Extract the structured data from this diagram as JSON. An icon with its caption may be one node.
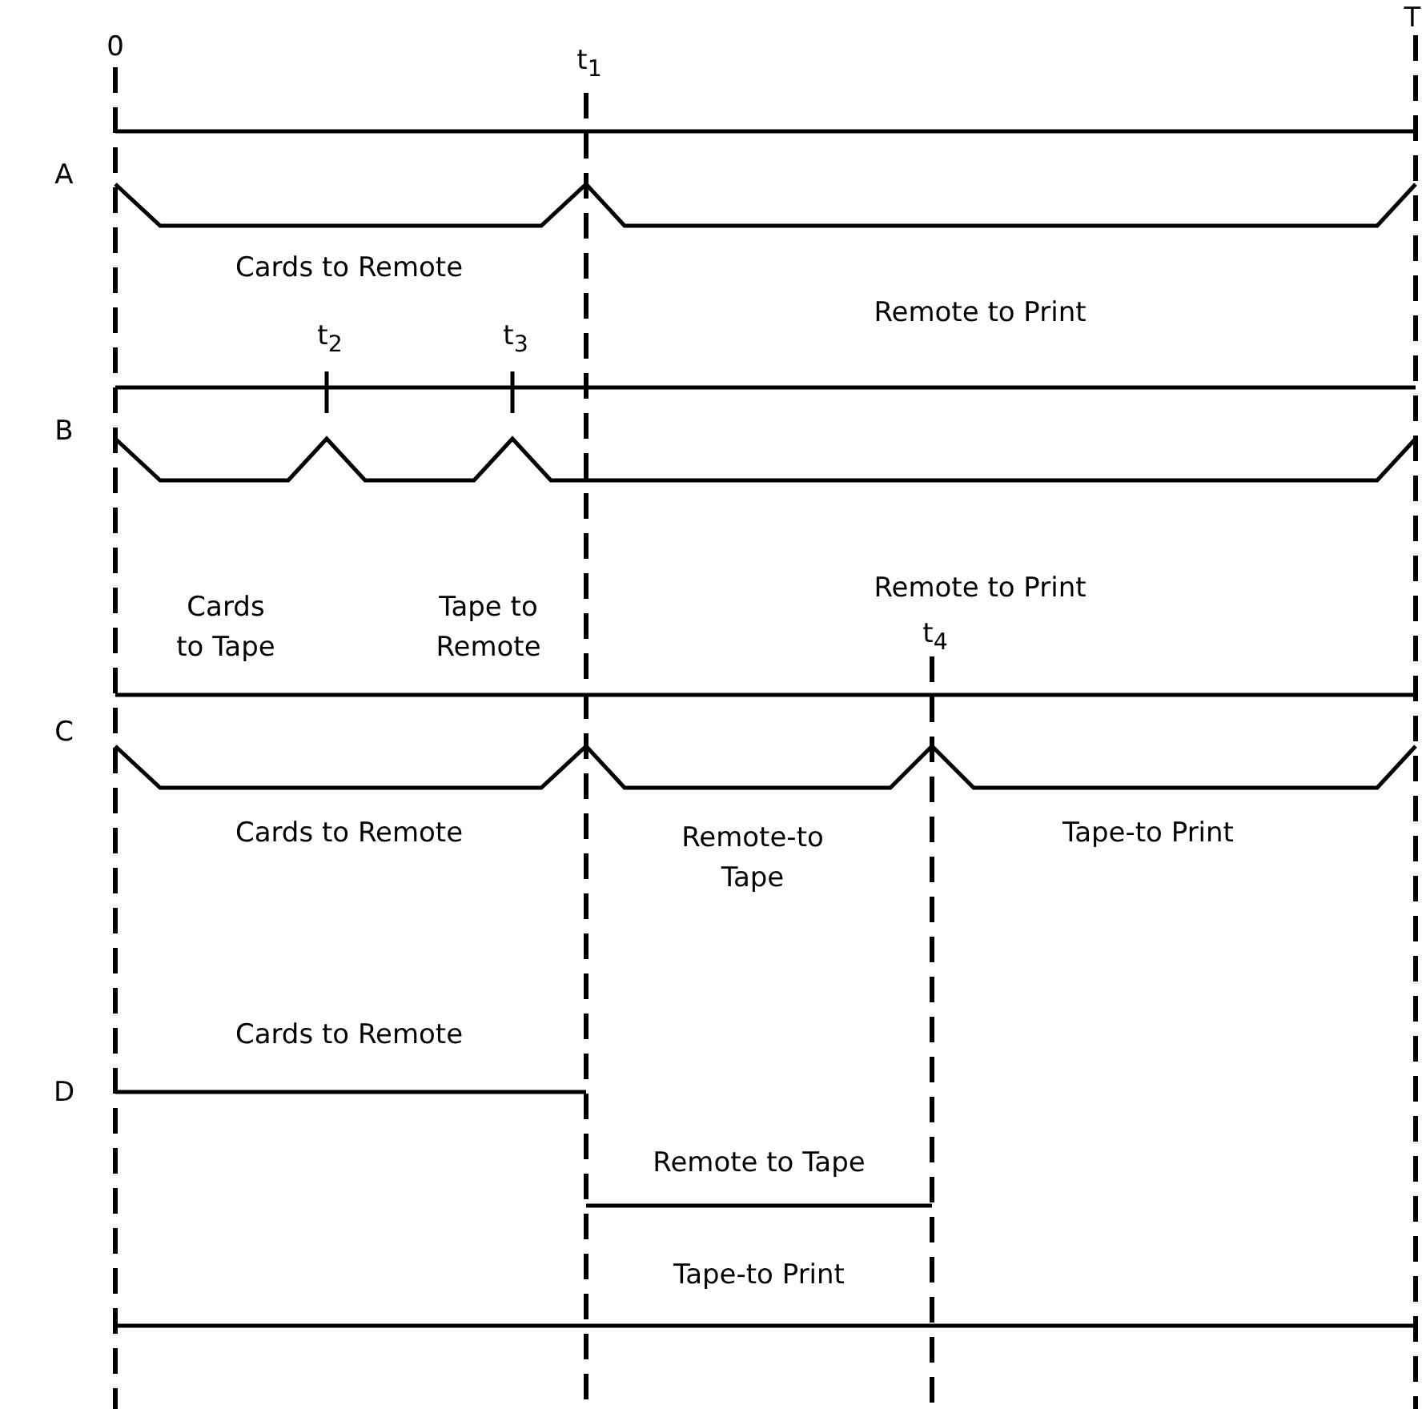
{
  "diagram": {
    "labels": [
      "0",
      "t$_{1}$",
      "T",
      "A",
      "Cards to Remote",
      "Remote to Print",
      "t$_{2}$",
      "t$_{3}$",
      "B",
      "Cards to Tape",
      "Tape to Remote",
      "Remote to Print",
      "t$_{4}$",
      "C",
      "Cards to Remote",
      "Remote-to Tape",
      "Tape-to Print",
      "Cards to Remote",
      "D",
      "Remote to Tape",
      "Tape-to Print"
    ]
  }
}
